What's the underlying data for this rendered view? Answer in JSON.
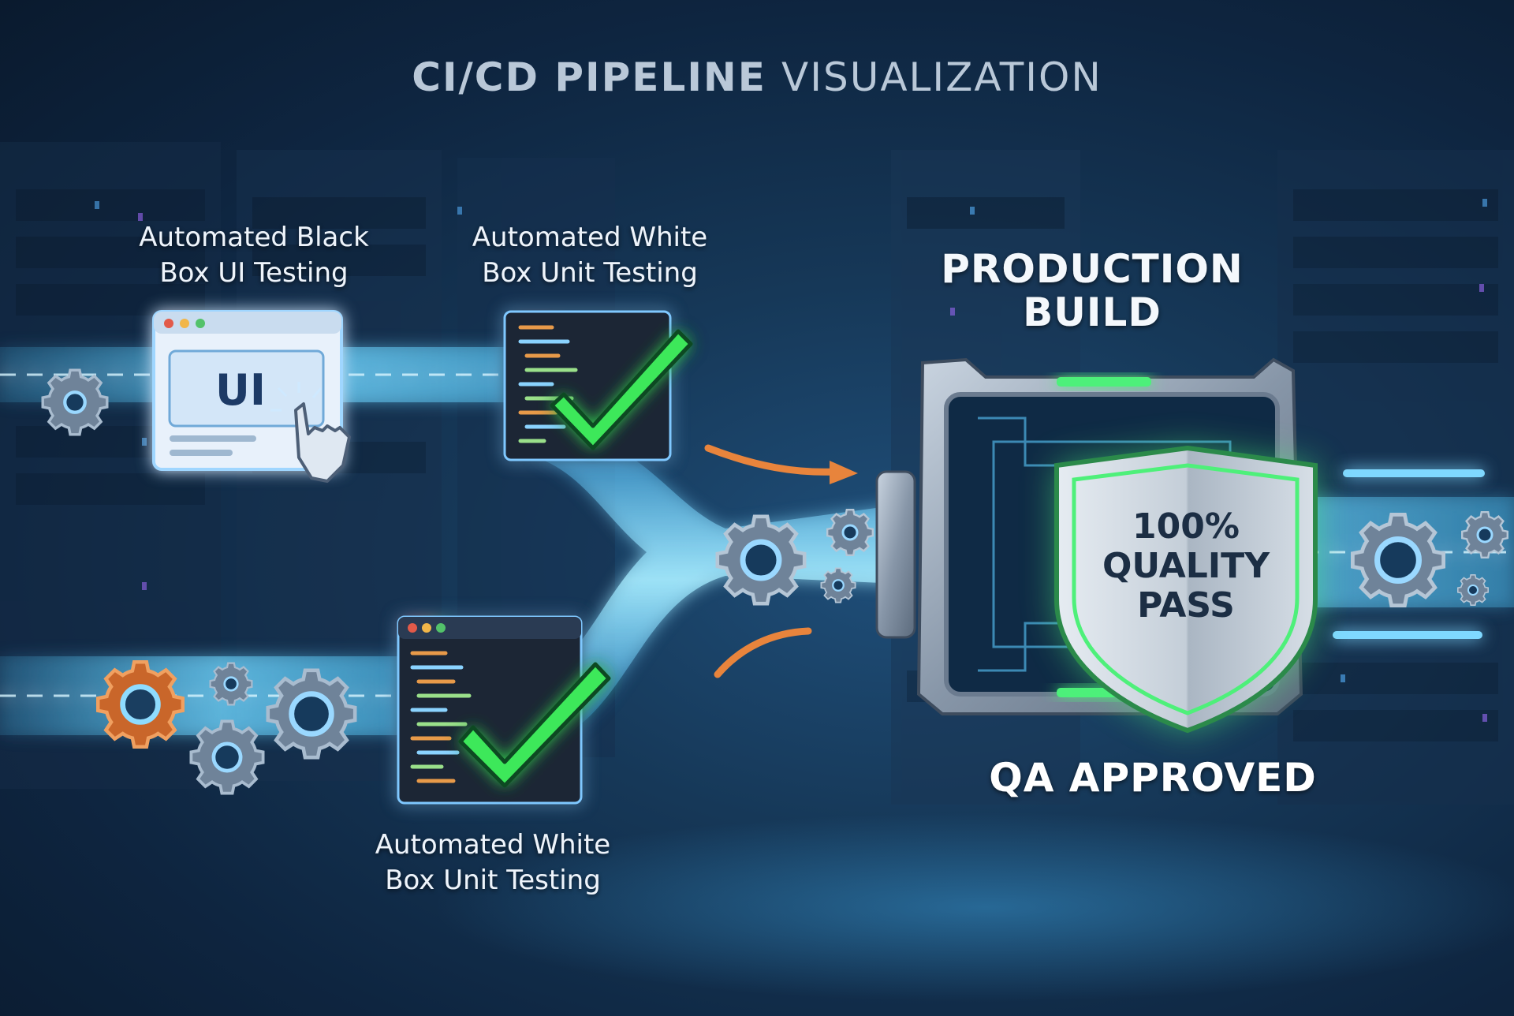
{
  "title": {
    "bold": "CI/CD PIPELINE",
    "light": "VISUALIZATION"
  },
  "stages": {
    "black_box": {
      "line1": "Automated Black",
      "line2": "Box UI Testing",
      "window_label": "UI"
    },
    "white_box_top": {
      "line1": "Automated White",
      "line2": "Box Unit Testing"
    },
    "white_box_bottom": {
      "line1": "Automated White",
      "line2": "Box Unit Testing"
    }
  },
  "production": {
    "line1": "PRODUCTION",
    "line2": "BUILD"
  },
  "shield": {
    "line1": "100%",
    "line2": "QUALITY",
    "line3": "PASS"
  },
  "approval": {
    "text": "QA APPROVED"
  },
  "colors": {
    "background": "#12304f",
    "stream": "#4fc3f7",
    "check_green": "#3ee85a",
    "gear_orange": "#e8843c",
    "arrow_orange": "#e8843c",
    "shield_glow": "#4ef07a"
  },
  "icons": [
    "gear-icon",
    "browser-window-icon",
    "pointer-hand-icon",
    "code-window-icon",
    "checkmark-icon",
    "shield-icon",
    "arrow-icon"
  ]
}
